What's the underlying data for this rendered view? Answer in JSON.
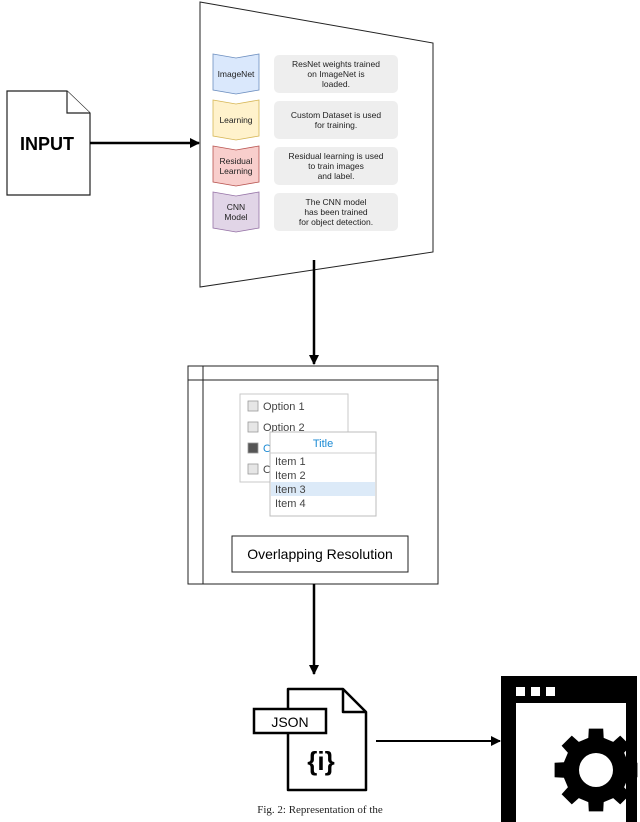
{
  "input": {
    "label": "INPUT"
  },
  "pipeline": [
    {
      "tag": [
        "ImageNet"
      ],
      "desc": [
        "ResNet weights trained",
        "on ImageNet is",
        "loaded."
      ],
      "fill": "#dae8fc",
      "stroke": "#6c8ebf"
    },
    {
      "tag": [
        "Learning"
      ],
      "desc": [
        "Custom Dataset is used",
        "for training."
      ],
      "fill": "#fff2cc",
      "stroke": "#d6b656"
    },
    {
      "tag": [
        "Residual",
        "Learning"
      ],
      "desc": [
        "Residual learning is used",
        "to train images",
        "and label."
      ],
      "fill": "#f8cecc",
      "stroke": "#b85450"
    },
    {
      "tag": [
        "CNN",
        "Model"
      ],
      "desc": [
        "The CNN model",
        "has been trained",
        "for object detection."
      ],
      "fill": "#e1d5e7",
      "stroke": "#9673a6"
    }
  ],
  "window": {
    "options": [
      "Option 1",
      "Option 2",
      "O",
      "O"
    ],
    "popup_title": "Title",
    "popup_items": [
      "Item 1",
      "Item 2",
      "Item 3",
      "Item 4"
    ],
    "selected_index": 2,
    "resolution_label": "Overlapping Resolution"
  },
  "json_file": {
    "label": "JSON",
    "glyph": "{i}"
  },
  "caption": "Fig. 2: Representation of the",
  "colors": {
    "accent": "#1a8ad4",
    "selected_row": "#dceaf8"
  }
}
